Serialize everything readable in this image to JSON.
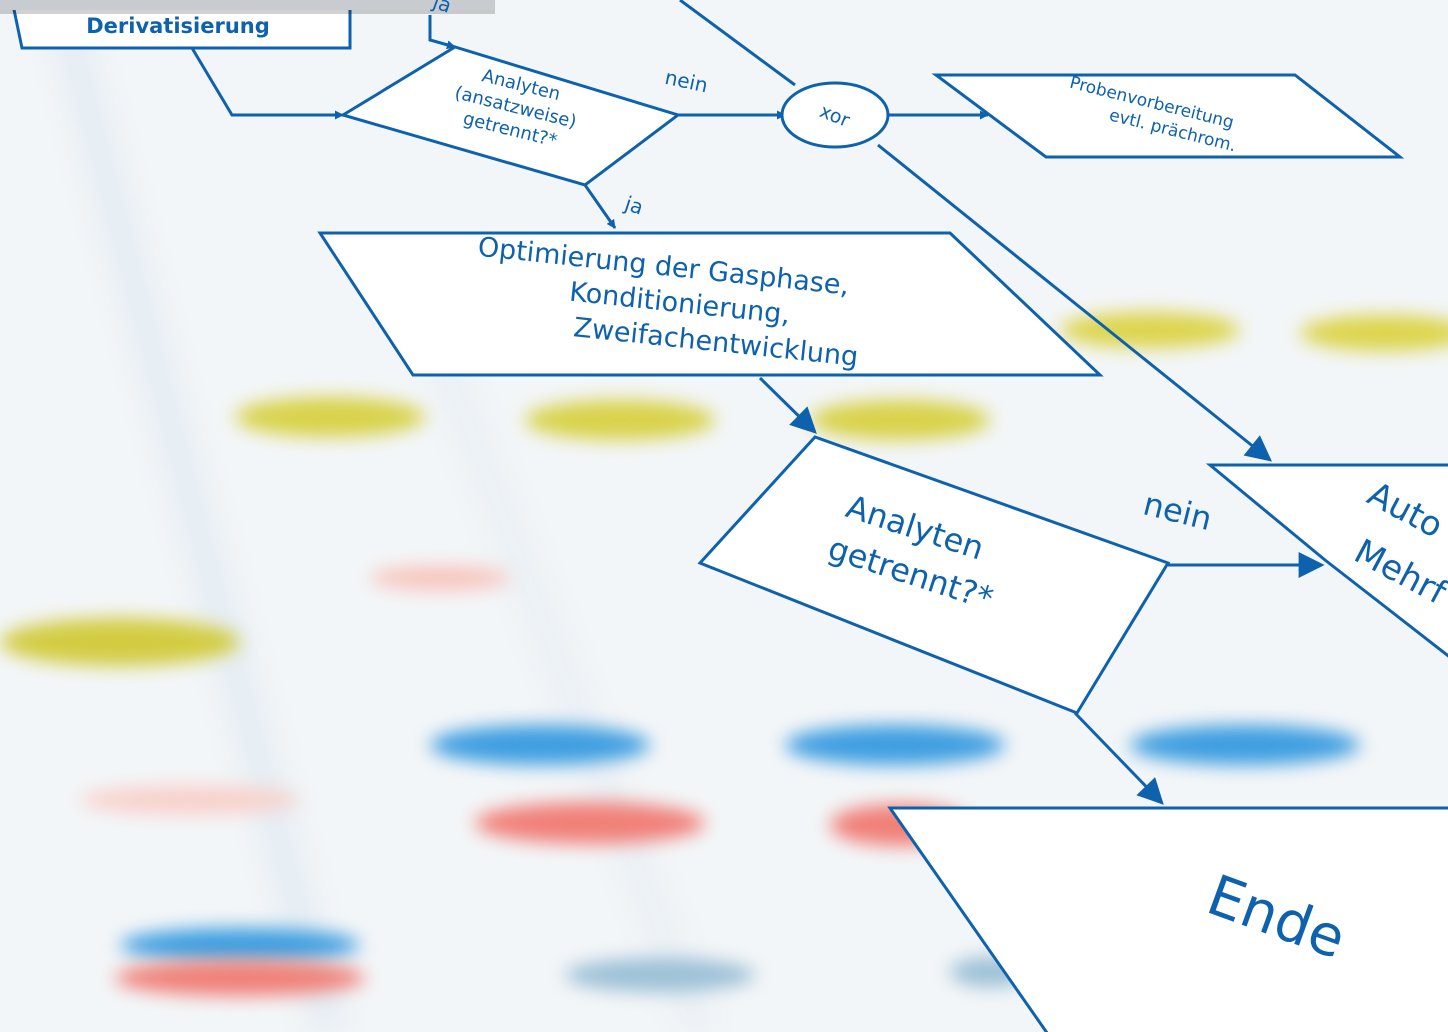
{
  "diagram": {
    "nodes": {
      "derivatisierung": "Derivatisierung",
      "top_ja_fragment": "ja",
      "decision1": [
        "Analyten",
        "(ansatzweise)",
        "getrennt?*"
      ],
      "decision1_nein": "nein",
      "xor": "xor",
      "probenvorbereitung": [
        "Probenvorbereitung",
        "evtl. prächrom."
      ],
      "decision1_ja": "ja",
      "optimierung": [
        "Optimierung der Gasphase,",
        "Konditionierung,",
        "Zweifachentwicklung"
      ],
      "decision2": [
        "Analyten",
        "getrennt?*"
      ],
      "decision2_nein": "nein",
      "auto_partial": [
        "Auto",
        "Mehrf"
      ],
      "ende": "Ende"
    }
  },
  "colors": {
    "line": "#0e62ad",
    "box_fill": "#ffffff",
    "background": "#f3f6f8",
    "spot_yellow": "#d8d24a",
    "spot_blue": "#3e9ee0",
    "spot_red": "#f08078",
    "spot_pale_red": "#f7c4bc"
  }
}
